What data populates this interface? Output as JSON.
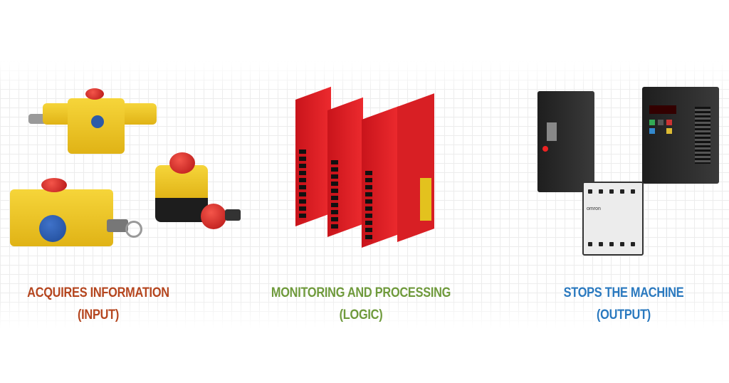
{
  "sections": [
    {
      "title": "ACQUIRES INFORMATION",
      "subtitle": "(INPUT)",
      "color": "#b5461f"
    },
    {
      "title": "MONITORING AND PROCESSING",
      "subtitle": "(LOGIC)",
      "color": "#6f9a3c"
    },
    {
      "title": "STOPS THE MACHINE",
      "subtitle": "(OUTPUT)",
      "color": "#2a79bf"
    }
  ],
  "product_labels": {
    "contactor_brand": "omron"
  }
}
